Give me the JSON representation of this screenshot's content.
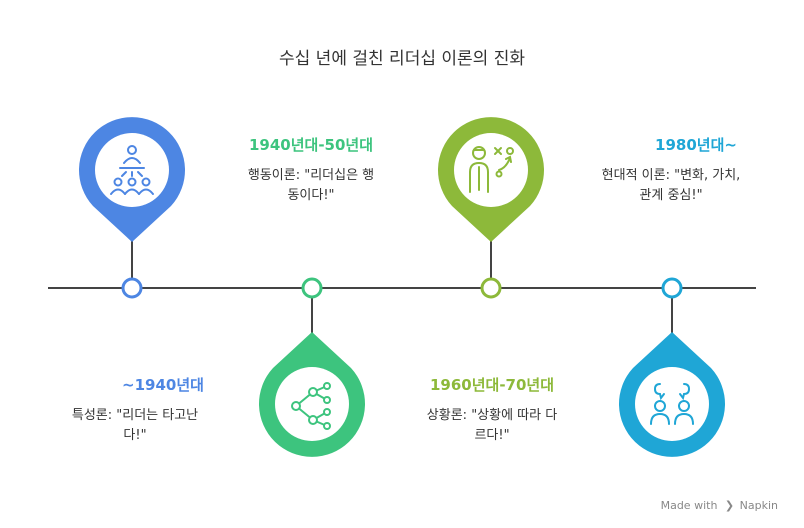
{
  "title": "수십 년에 걸친 리더십 이론의 진화",
  "colors": {
    "blue": "#4D86E3",
    "green": "#3DC47E",
    "olive": "#8DB93A",
    "cyan": "#1FA6D6",
    "line": "#444444"
  },
  "stages": [
    {
      "era": "~1940년대",
      "desc_lines": [
        "특성론: \"리더는 타고난",
        "다!\""
      ],
      "icon": "people-group-icon",
      "color": "#4D86E3"
    },
    {
      "era": "1940년대-50년대",
      "desc_lines": [
        "행동이론: \"리더십은 행",
        "동이다!\""
      ],
      "icon": "share-network-icon",
      "color": "#3DC47E"
    },
    {
      "era": "1960년대-70년대",
      "desc_lines": [
        "상황론: \"상황에 따라 다",
        "르다!\""
      ],
      "icon": "strategy-person-icon",
      "color": "#8DB93A"
    },
    {
      "era": "1980년대~",
      "desc_lines": [
        "현대적 이론: \"변화, 가치,",
        "관계 중심!\""
      ],
      "icon": "team-discussion-icon",
      "color": "#1FA6D6"
    }
  ],
  "watermark": {
    "text_before": "Made with",
    "brand": "Napkin"
  }
}
